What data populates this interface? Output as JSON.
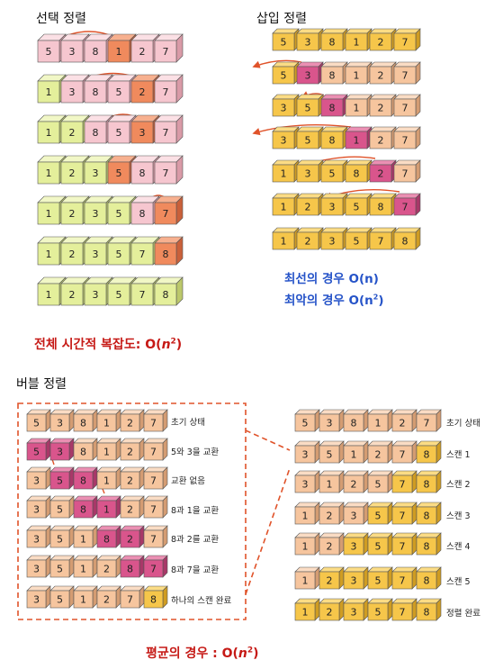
{
  "titles": {
    "selection": "선택 정렬",
    "insertion": "삽입 정렬",
    "bubble": "버블 정렬"
  },
  "complexity": {
    "selection_total_prefix": "전체 시간적 복잡도: O(",
    "selection_total_var": "n",
    "selection_total_exp": "2",
    "selection_total_suffix": ")",
    "insertion_best_prefix": "최선의 경우 O(",
    "insertion_best_var": "n",
    "insertion_best_suffix": ")",
    "insertion_worst_prefix": "최악의 경우 O(",
    "insertion_worst_var": "n",
    "insertion_worst_exp": "2",
    "insertion_worst_suffix": ")",
    "bubble_avg_prefix": "평균의 경우 : O(",
    "bubble_avg_var": "n",
    "bubble_avg_exp": "2",
    "bubble_avg_suffix": ")"
  },
  "bubble_detail_labels": [
    "초기 상태",
    "5와 3을 교환",
    "교환 없음",
    "8과 1을 교환",
    "8과 2를 교환",
    "8과 7을 교환",
    "하나의 스캔 완료"
  ],
  "bubble_scan_labels": [
    "초기 상태",
    "스캔 1",
    "스캔 2",
    "스캔 3",
    "스캔 4",
    "스캔 5",
    "정렬 완료"
  ],
  "colors": {
    "pink": "#f6c6cf",
    "green": "#e4ef9b",
    "orange_hi": "#f08a5d",
    "gold": "#f6c64a",
    "tan": "#f6c59e",
    "magenta": "#d9558c",
    "arrow": "#e0532a",
    "dash": "#e0532a"
  },
  "selection_rows": [
    {
      "values": [
        5,
        3,
        8,
        1,
        2,
        7
      ],
      "cells": [
        "pink",
        "pink",
        "pink",
        "orange",
        "pink",
        "pink"
      ]
    },
    {
      "values": [
        1,
        3,
        8,
        5,
        2,
        7
      ],
      "cells": [
        "green",
        "pink",
        "pink",
        "pink",
        "orange",
        "pink"
      ]
    },
    {
      "values": [
        1,
        2,
        8,
        5,
        3,
        7
      ],
      "cells": [
        "green",
        "green",
        "pink",
        "pink",
        "orange",
        "pink"
      ]
    },
    {
      "values": [
        1,
        2,
        3,
        5,
        8,
        7
      ],
      "cells": [
        "green",
        "green",
        "green",
        "orange",
        "pink",
        "pink"
      ]
    },
    {
      "values": [
        1,
        2,
        3,
        5,
        8,
        7
      ],
      "cells": [
        "green",
        "green",
        "green",
        "green",
        "pink",
        "orange"
      ]
    },
    {
      "values": [
        1,
        2,
        3,
        5,
        7,
        8
      ],
      "cells": [
        "green",
        "green",
        "green",
        "green",
        "green",
        "orange"
      ]
    },
    {
      "values": [
        1,
        2,
        3,
        5,
        7,
        8
      ],
      "cells": [
        "green",
        "green",
        "green",
        "green",
        "green",
        "green"
      ]
    }
  ],
  "insertion_rows": [
    {
      "values": [
        5,
        3,
        8,
        1,
        2,
        7
      ],
      "cells": [
        "gold",
        "gold",
        "gold",
        "gold",
        "gold",
        "gold"
      ]
    },
    {
      "values": [
        5,
        3,
        8,
        1,
        2,
        7
      ],
      "cells": [
        "gold",
        "magenta",
        "tan",
        "tan",
        "tan",
        "tan"
      ]
    },
    {
      "values": [
        3,
        5,
        8,
        1,
        2,
        7
      ],
      "cells": [
        "gold",
        "gold",
        "magenta",
        "tan",
        "tan",
        "tan"
      ]
    },
    {
      "values": [
        3,
        5,
        8,
        1,
        2,
        7
      ],
      "cells": [
        "gold",
        "gold",
        "gold",
        "magenta",
        "tan",
        "tan"
      ]
    },
    {
      "values": [
        1,
        3,
        5,
        8,
        2,
        7
      ],
      "cells": [
        "gold",
        "gold",
        "gold",
        "gold",
        "magenta",
        "tan"
      ]
    },
    {
      "values": [
        1,
        2,
        3,
        5,
        8,
        7
      ],
      "cells": [
        "gold",
        "gold",
        "gold",
        "gold",
        "gold",
        "magenta"
      ]
    },
    {
      "values": [
        1,
        2,
        3,
        5,
        7,
        8
      ],
      "cells": [
        "gold",
        "gold",
        "gold",
        "gold",
        "gold",
        "gold"
      ]
    }
  ],
  "bubble_detail_rows": [
    {
      "values": [
        5,
        3,
        8,
        1,
        2,
        7
      ],
      "cells": [
        "tan",
        "tan",
        "tan",
        "tan",
        "tan",
        "tan"
      ]
    },
    {
      "values": [
        5,
        3,
        8,
        1,
        2,
        7
      ],
      "cells": [
        "magenta",
        "magenta",
        "tan",
        "tan",
        "tan",
        "tan"
      ]
    },
    {
      "values": [
        3,
        5,
        8,
        1,
        2,
        7
      ],
      "cells": [
        "tan",
        "magenta",
        "magenta",
        "tan",
        "tan",
        "tan"
      ]
    },
    {
      "values": [
        3,
        5,
        8,
        1,
        2,
        7
      ],
      "cells": [
        "tan",
        "tan",
        "magenta",
        "magenta",
        "tan",
        "tan"
      ]
    },
    {
      "values": [
        3,
        5,
        1,
        8,
        2,
        7
      ],
      "cells": [
        "tan",
        "tan",
        "tan",
        "magenta",
        "magenta",
        "tan"
      ]
    },
    {
      "values": [
        3,
        5,
        1,
        2,
        8,
        7
      ],
      "cells": [
        "tan",
        "tan",
        "tan",
        "tan",
        "magenta",
        "magenta"
      ]
    },
    {
      "values": [
        3,
        5,
        1,
        2,
        7,
        8
      ],
      "cells": [
        "tan",
        "tan",
        "tan",
        "tan",
        "tan",
        "gold"
      ]
    }
  ],
  "bubble_scan_rows": [
    {
      "values": [
        5,
        3,
        8,
        1,
        2,
        7
      ],
      "cells": [
        "tan",
        "tan",
        "tan",
        "tan",
        "tan",
        "tan"
      ]
    },
    {
      "values": [
        3,
        5,
        1,
        2,
        7,
        8
      ],
      "cells": [
        "tan",
        "tan",
        "tan",
        "tan",
        "tan",
        "gold"
      ]
    },
    {
      "values": [
        3,
        1,
        2,
        5,
        7,
        8
      ],
      "cells": [
        "tan",
        "tan",
        "tan",
        "tan",
        "gold",
        "gold"
      ]
    },
    {
      "values": [
        1,
        2,
        3,
        5,
        7,
        8
      ],
      "cells": [
        "tan",
        "tan",
        "tan",
        "gold",
        "gold",
        "gold"
      ]
    },
    {
      "values": [
        1,
        2,
        3,
        5,
        7,
        8
      ],
      "cells": [
        "tan",
        "tan",
        "gold",
        "gold",
        "gold",
        "gold"
      ]
    },
    {
      "values": [
        1,
        2,
        3,
        5,
        7,
        8
      ],
      "cells": [
        "tan",
        "gold",
        "gold",
        "gold",
        "gold",
        "gold"
      ]
    },
    {
      "values": [
        1,
        2,
        3,
        5,
        7,
        8
      ],
      "cells": [
        "gold",
        "gold",
        "gold",
        "gold",
        "gold",
        "gold"
      ]
    }
  ]
}
